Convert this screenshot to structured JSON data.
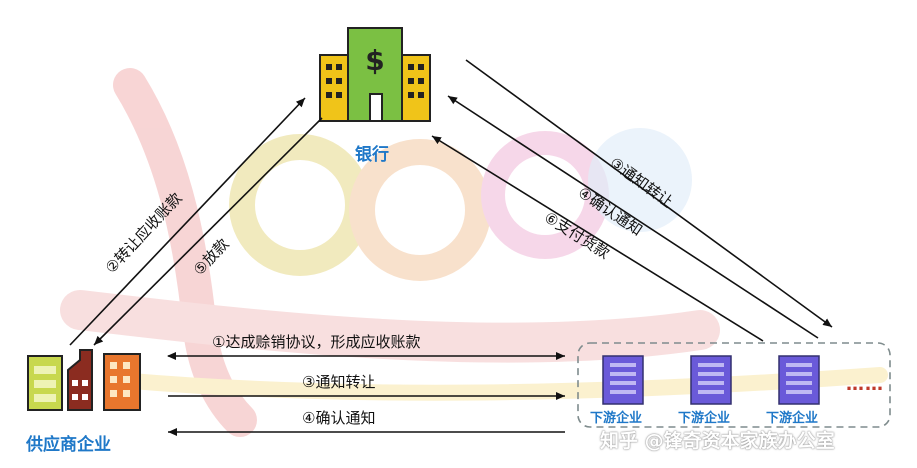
{
  "nodes": {
    "bank": "银行",
    "supplier": "供应商企业",
    "downstream": [
      "下游企业",
      "下游企业",
      "下游企业"
    ],
    "more": "……"
  },
  "edges": {
    "supplier_to_bank": "②转让应收账款",
    "bank_to_supplier": "⑤放款",
    "bank_to_downstream": "③通知转让",
    "downstream_to_bank_confirm": "④确认通知",
    "downstream_to_bank_pay": "⑥支付货款",
    "supplier_downstream_agreement": "①达成赊销协议，形成应收账款",
    "supplier_to_downstream_notify": "③通知转让",
    "downstream_to_supplier_confirm": "④确认通知"
  },
  "watermark": "知乎 @锋奇资本家族办公室",
  "colors": {
    "label_blue": "#1f78c8",
    "arrow": "#111111",
    "dashed_border": "#7f8c8d"
  }
}
